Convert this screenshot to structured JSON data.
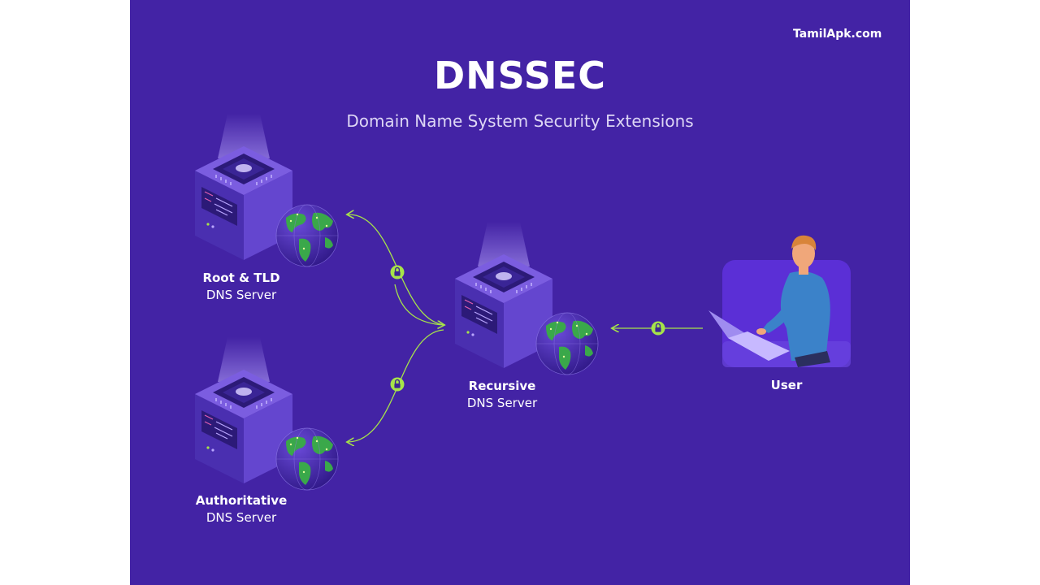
{
  "watermark": "TamilApk.com",
  "title": "DNSSEC",
  "subtitle": "Domain Name System Security Extensions",
  "nodes": {
    "root_tld": {
      "line1": "Root & TLD",
      "line2": "DNS Server"
    },
    "authoritative": {
      "line1": "Authoritative",
      "line2": "DNS Server"
    },
    "recursive": {
      "line1": "Recursive",
      "line2": "DNS Server"
    },
    "user": {
      "line1": "User"
    }
  },
  "icons": [
    "server-icon",
    "globe-icon",
    "lock-icon",
    "user-laptop-icon"
  ],
  "colors": {
    "background": "#4323a5",
    "connector": "#a6e34a",
    "server": "#5a3cc0",
    "globe_ocean": "#4b2fae",
    "globe_land": "#3aa84a",
    "user_card": "#5b2fd6",
    "shirt": "#3b82c9",
    "hair": "#d8843a"
  }
}
